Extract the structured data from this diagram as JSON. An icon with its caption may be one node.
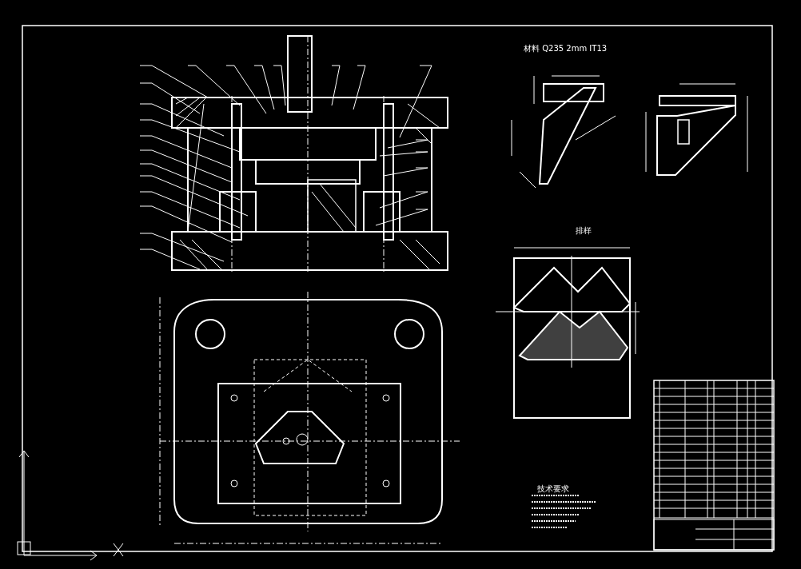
{
  "diagram": {
    "labels": [
      "材料 Q235 2mm IT13",
      "排样",
      "技术要求"
    ]
  }
}
